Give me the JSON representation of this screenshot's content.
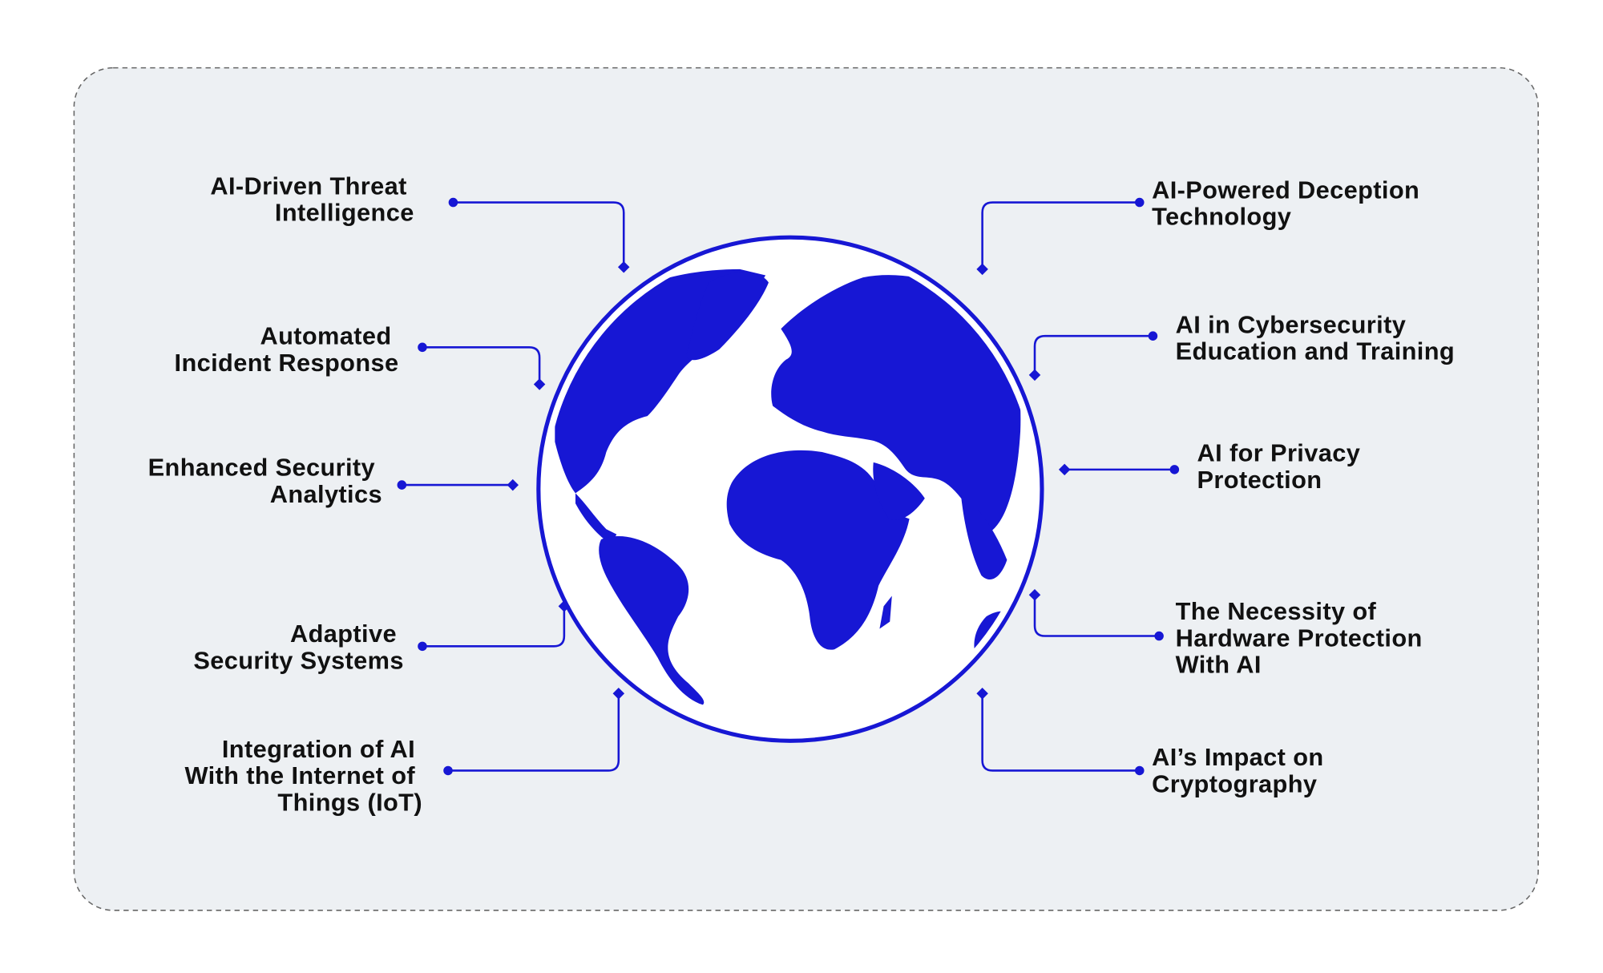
{
  "colors": {
    "accent": "#1717d4",
    "panel": "#edf0f3",
    "text": "#111111"
  },
  "labels": {
    "threat_intel": [
      "AI-Driven Threat",
      "Intelligence"
    ],
    "incident_response": [
      "Automated",
      "Incident Response"
    ],
    "security_analytics": [
      "Enhanced Security",
      "Analytics"
    ],
    "adaptive_security": [
      "Adaptive",
      "Security Systems"
    ],
    "iot_integration": [
      "Integration of AI",
      "With the Internet of",
      "Things (IoT)"
    ],
    "deception_tech": [
      "AI-Powered Deception",
      "Technology"
    ],
    "education_training": [
      "AI in Cybersecurity",
      "Education and Training"
    ],
    "privacy_protection": [
      "AI for Privacy",
      "Protection"
    ],
    "hardware_protection": [
      "The Necessity of",
      "Hardware Protection",
      "With AI"
    ],
    "cryptography": [
      "AI’s Impact on",
      "Cryptography"
    ]
  }
}
